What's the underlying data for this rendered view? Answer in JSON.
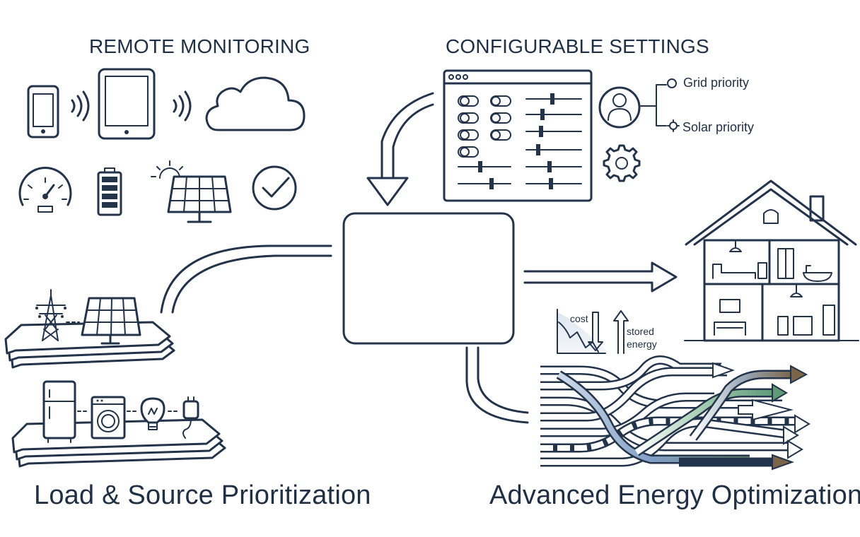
{
  "headings": {
    "remote_monitoring": "REMOTE MONITORING",
    "configurable_settings": "CONFIGURABLE SETTINGS",
    "load_source": "Load & Source Prioritization",
    "advanced_optimization": "Advanced Energy Optimization"
  },
  "settings": {
    "grid_priority": "Grid priority",
    "solar_priority": "Solar priority"
  },
  "chart": {
    "cost_label": "cost",
    "stored_label": "stored",
    "energy_label": "energy"
  },
  "colors": {
    "line": "#22334a",
    "text": "#1f2f44",
    "flow_green": "#5f9a78",
    "flow_blue": "#7f9cc4",
    "flow_brown": "#7b6448"
  }
}
